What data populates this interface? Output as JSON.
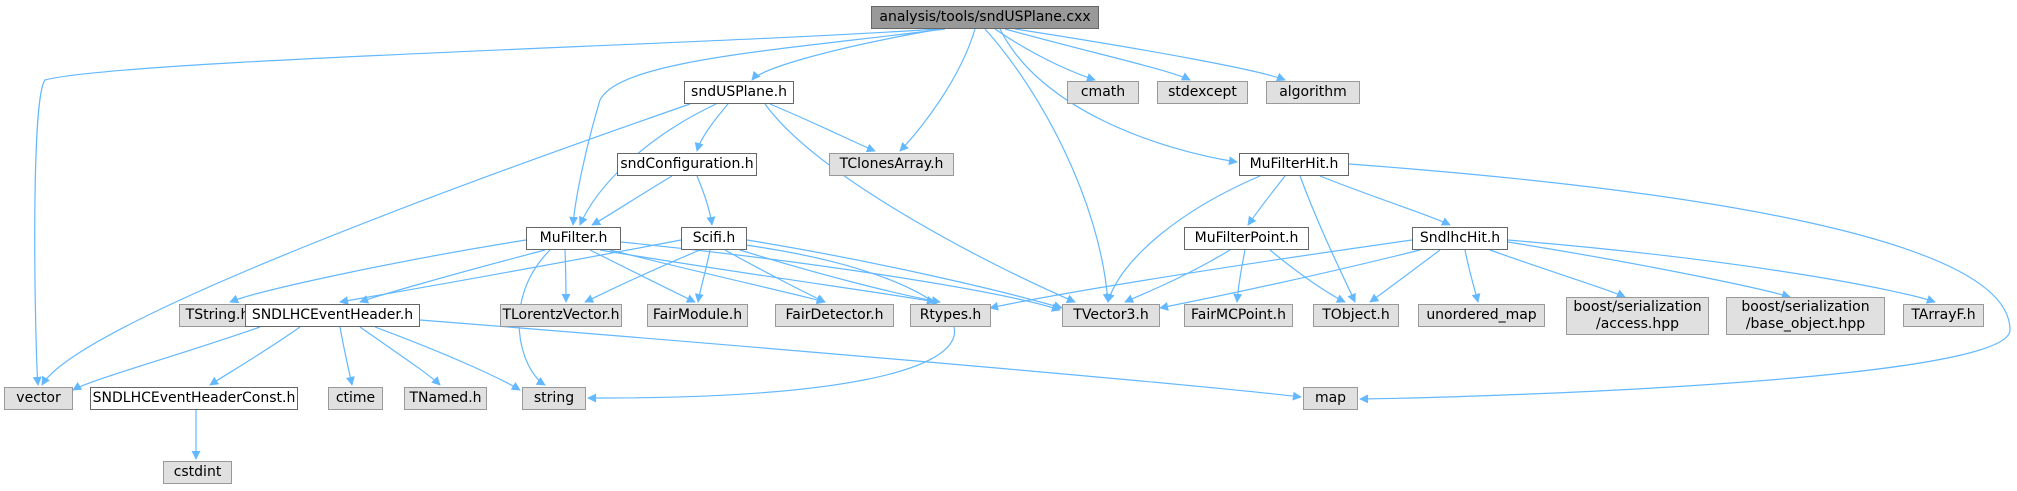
{
  "nodes": {
    "root": "analysis/tools/sndUSPlane.cxx",
    "sndUSPlane_h": "sndUSPlane.h",
    "cmath": "cmath",
    "stdexcept": "stdexcept",
    "algorithm": "algorithm",
    "sndConfiguration_h": "sndConfiguration.h",
    "TClonesArray_h": "TClonesArray.h",
    "MuFilterHit_h": "MuFilterHit.h",
    "MuFilter_h": "MuFilter.h",
    "Scifi_h": "Scifi.h",
    "MuFilterPoint_h": "MuFilterPoint.h",
    "SndlhcHit_h": "SndlhcHit.h",
    "TString_h": "TString.h",
    "SNDLHCEventHeader_h": "SNDLHCEventHeader.h",
    "TLorentzVector_h": "TLorentzVector.h",
    "FairModule_h": "FairModule.h",
    "FairDetector_h": "FairDetector.h",
    "Rtypes_h": "Rtypes.h",
    "TVector3_h": "TVector3.h",
    "FairMCPoint_h": "FairMCPoint.h",
    "TObject_h": "TObject.h",
    "unordered_map": "unordered_map",
    "boost_access": "boost/serialization\n/access.hpp",
    "boost_base_object": "boost/serialization\n/base_object.hpp",
    "TArrayF_h": "TArrayF.h",
    "vector": "vector",
    "SNDLHCEventHeaderConst_h": "SNDLHCEventHeaderConst.h",
    "ctime": "ctime",
    "TNamed_h": "TNamed.h",
    "string": "string",
    "map": "map",
    "cstdint": "cstdint"
  },
  "colors": {
    "edge": "#63b8ff",
    "system_header_fill": "#e0e0e0",
    "root_fill": "#999999",
    "local_header_fill": "#ffffff"
  }
}
